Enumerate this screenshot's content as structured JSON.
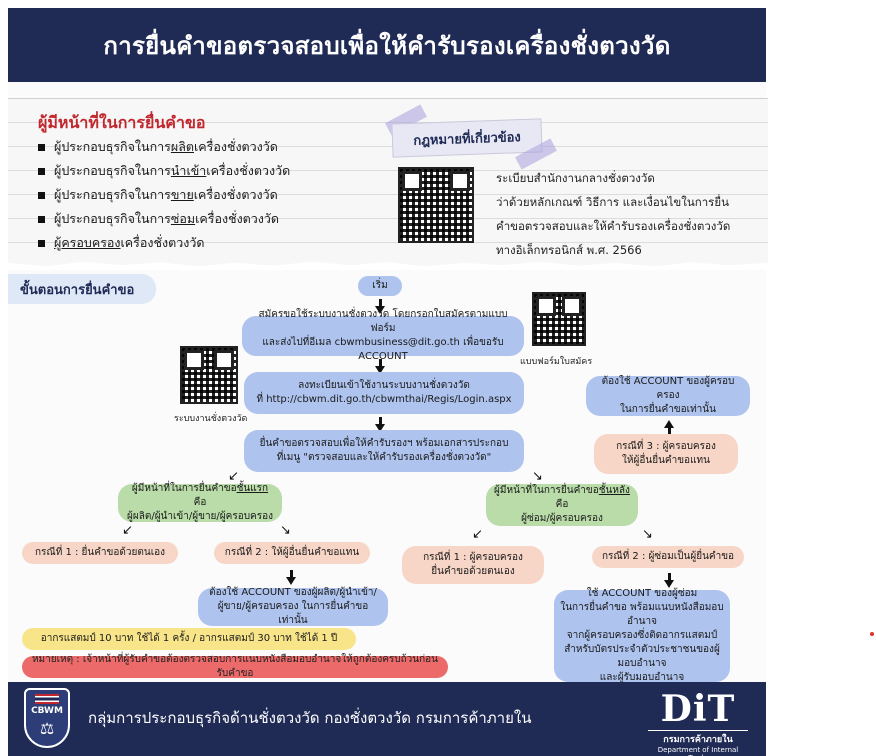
{
  "header": {
    "title": "การยื่นคำขอตรวจสอบเพื่อให้คำรับรองเครื่องชั่งตวงวัด"
  },
  "duties": {
    "title": "ผู้มีหน้าที่ในการยื่นคำขอ",
    "items": [
      {
        "pre": "ผู้ประกอบธุรกิจในการ",
        "key": "ผลิต",
        "post": "เครื่องชั่งตวงวัด"
      },
      {
        "pre": "ผู้ประกอบธุรกิจในการ",
        "key": "นำเข้า",
        "post": "เครื่องชั่งตวงวัด"
      },
      {
        "pre": "ผู้ประกอบธุรกิจในการ",
        "key": "ขาย",
        "post": "เครื่องชั่งตวงวัด"
      },
      {
        "pre": "ผู้ประกอบธุรกิจในการ",
        "key": "ซ่อม",
        "post": "เครื่องชั่งตวงวัด"
      },
      {
        "pre": "",
        "key": "ผู้ครอบครอง",
        "post": "เครื่องชั่งตวงวัด"
      }
    ]
  },
  "law": {
    "tag": "กฎหมายที่เกี่ยวข้อง",
    "lines": [
      "ระเบียบสำนักงานกลางชั่งตวงวัด",
      "ว่าด้วยหลักเกณฑ์ วิธีการ และเงื่อนไขในการยื่น",
      "คำขอตรวจสอบและให้คำรับรองเครื่องชั่งตวงวัด",
      "ทางอิเล็กทรอนิกส์ พ.ศ. 2566"
    ]
  },
  "process": {
    "label": "ขั้นตอนการยื่นคำขอ",
    "start": "เริ่ม",
    "step1": [
      "สมัครขอใช้ระบบงานชั่งตวงวัด โดยกรอกใบสมัครตามแบบฟอร์ม",
      "และส่งไปที่อีเมล cbwmbusiness@dit.go.th เพื่อขอรับ ACCOUNT"
    ],
    "step2": [
      "ลงทะเบียนเข้าใช้งานระบบงานชั่งตวงวัด",
      "ที่ http://cbwm.dit.go.th/cbwmthai/Regis/Login.aspx"
    ],
    "step3": [
      "ยื่นคำขอตรวจสอบเพื่อให้คำรับรองฯ พร้อมเอกสารประกอบ",
      "ที่เมนู \"ตรวจสอบและให้คำรับรองเครื่องชั่งตวงวัด\""
    ],
    "qr_form_caption": "แบบฟอร์มใบสมัคร",
    "qr_system_caption": "ระบบงานชั่งตวงวัด",
    "first": {
      "pre": "ผู้มีหน้าที่ในการยื่นคำขอ",
      "key": "ชั้นแรก",
      "post": " คือ",
      "line2": "ผู้ผลิต/ผู้นำเข้า/ผู้ขาย/ผู้ครอบครอง"
    },
    "case1_left": "กรณีที่ 1 : ยื่นคำขอด้วยตนเอง",
    "case2_left": "กรณีที่ 2 : ให้ผู้อื่นยื่นคำขอแทน",
    "case2_left_detail": [
      "ต้องใช้ ACCOUNT ของผู้ผลิต/ผู้นำเข้า/",
      "ผู้ขาย/ผู้ครอบครอง ในการยื่นคำขอเท่านั้น"
    ],
    "later": {
      "pre": "ผู้มีหน้าที่ในการยื่นคำขอ",
      "key": "ชั้นหลัง",
      "post": " คือ",
      "line2": "ผู้ซ่อม/ผู้ครอบครอง"
    },
    "case1_mid": [
      "กรณีที่ 1 : ผู้ครอบครอง",
      "ยื่นคำขอด้วยตนเอง"
    ],
    "case2_right": "กรณีที่ 2 : ผู้ซ่อมเป็นผู้ยื่นคำขอ",
    "case2_right_detail": [
      "ใช้ ACCOUNT ของผู้ซ่อม",
      "ในการยื่นคำขอ พร้อมแนบหนังสือมอบอำนาจ",
      "จากผู้ครอบครองซึ่งติดอากรแสตมป์",
      "สำหรับบัตรประจำตัวประชาชนของผู้มอบอำนาจ",
      "และผู้รับมอบอำนาจ"
    ],
    "case3_right": [
      "กรณีที่ 3 : ผู้ครอบครอง",
      "ให้ผู้อื่นยื่นคำขอแทน"
    ],
    "case3_right_detail": [
      "ต้องใช้ ACCOUNT ของผู้ครอบครอง",
      "ในการยื่นคำขอเท่านั้น"
    ],
    "stamp_note": "อากรแสตมป์ 10 บาท ใช้ได้ 1 ครั้ง / อากรแสตมป์ 30 บาท ใช้ได้ 1 ปี",
    "remark": "หมายเหตุ : เจ้าหน้าที่ผู้รับคำขอต้องตรวจสอบการแนบหนังสือมอบอำนาจให้ถูกต้องครบถ้วนก่อนรับคำขอ"
  },
  "footer": {
    "logo_text": "CBWM",
    "text": "กลุ่มการประกอบธุรกิจด้านชั่งตวงวัด กองชั่งตวงวัด กรมการค้าภายใน",
    "dit_logo": "DiT",
    "dit_thai": "กรมการค้าภายใน",
    "dit_en": "Department of Internal Trade"
  },
  "colors": {
    "navy": "#1f2a55",
    "red_title": "#c1272d",
    "blue_box": "#aec3ee",
    "green_box": "#b9dca9",
    "peach_box": "#f8d6c7",
    "yellow_note": "#f8e58a",
    "red_note": "#ec6a6a"
  }
}
